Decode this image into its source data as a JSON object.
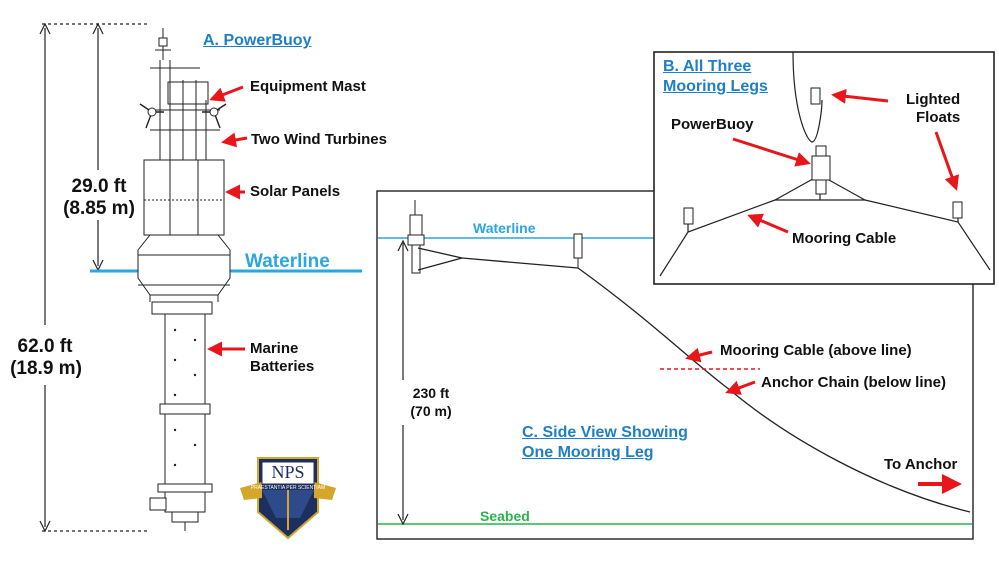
{
  "panel_a": {
    "title": "A. PowerBuoy",
    "callouts": {
      "equipment_mast": "Equipment Mast",
      "wind_turbines": "Two Wind Turbines",
      "solar_panels": "Solar Panels",
      "marine_batteries_line1": "Marine",
      "marine_batteries_line2": "Batteries"
    },
    "waterline": "Waterline",
    "height_upper": {
      "ft": "29.0 ft",
      "m": "(8.85 m)"
    },
    "height_total": {
      "ft": "62.0 ft",
      "m": "(18.9 m)"
    },
    "logo_text": "NPS",
    "logo_motto": "PRAESTANTIA PER SCIENTIAM"
  },
  "panel_b": {
    "title_line1": "B. All Three",
    "title_line2": "Mooring Legs",
    "callouts": {
      "lighted_floats_line1": "Lighted",
      "lighted_floats_line2": "Floats",
      "powerbuoy": "PowerBuoy",
      "mooring_cable": "Mooring Cable"
    }
  },
  "panel_c": {
    "title_line1": "C. Side View Showing",
    "title_line2": "One Mooring Leg",
    "waterline": "Waterline",
    "seabed": "Seabed",
    "depth": {
      "ft": "230 ft",
      "m": "(70 m)"
    },
    "callouts": {
      "mooring_cable_above": "Mooring Cable (above line)",
      "anchor_chain_below": "Anchor Chain (below line)",
      "to_anchor": "To Anchor"
    }
  },
  "colors": {
    "title": "#1f7fc4",
    "waterline": "#2aa6e0",
    "seabed": "#2ab34a",
    "arrow": "#e8161b",
    "logo_navy": "#1c2f5e",
    "logo_gold": "#d4a62a"
  }
}
